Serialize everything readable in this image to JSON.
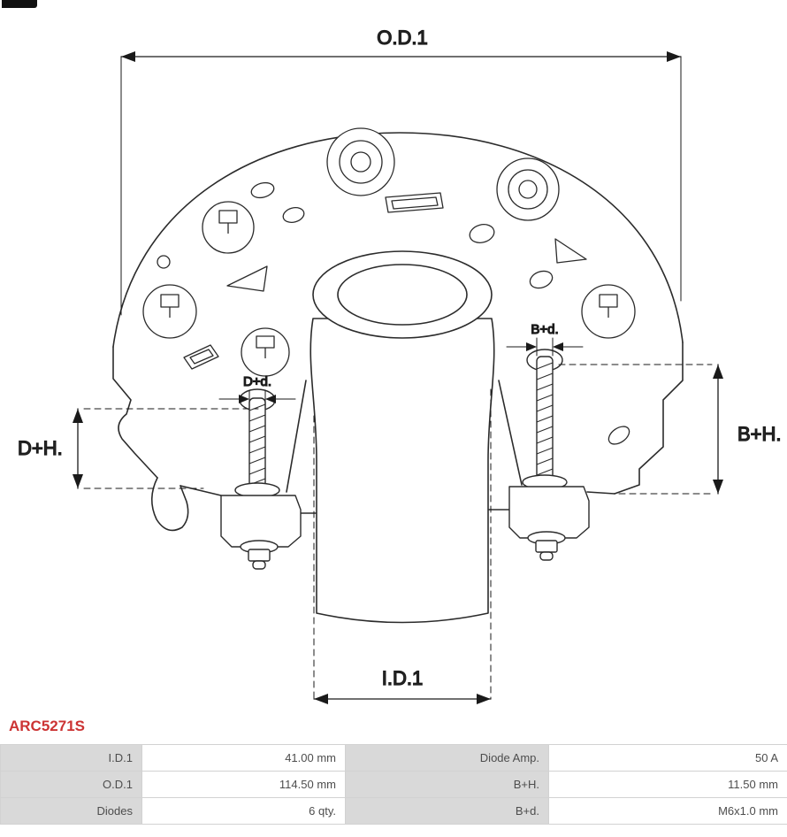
{
  "part_number": "ARC5271S",
  "colors": {
    "part_number_red": "#cc3333",
    "table_label_bg": "#d9d9d9",
    "table_border": "#d2d2d2",
    "line_color": "#2b2b2b"
  },
  "diagram": {
    "labels": {
      "od1": "O.D.1",
      "id1": "I.D.1",
      "dplus_h": "D+H.",
      "bplus_h": "B+H.",
      "dplus_d": "D+d.",
      "bplus_d": "B+d."
    }
  },
  "spec_table": {
    "rows": [
      {
        "label_left": "I.D.1",
        "value_left": "41.00 mm",
        "label_right": "Diode Amp.",
        "value_right": "50 A"
      },
      {
        "label_left": "O.D.1",
        "value_left": "114.50 mm",
        "label_right": "B+H.",
        "value_right": "11.50 mm"
      },
      {
        "label_left": "Diodes",
        "value_left": "6 qty.",
        "label_right": "B+d.",
        "value_right": "M6x1.0 mm"
      }
    ]
  }
}
